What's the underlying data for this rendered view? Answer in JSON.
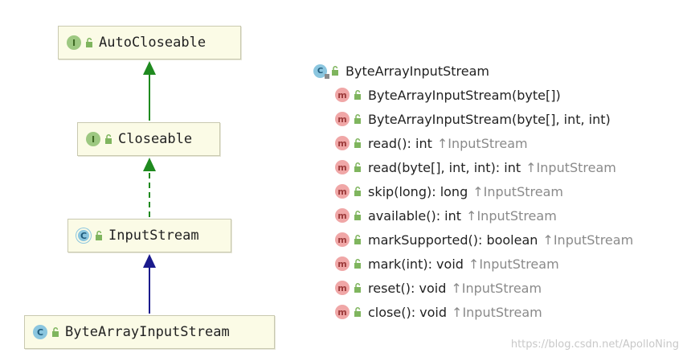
{
  "diagram": {
    "nodes": [
      {
        "id": "autocloseable",
        "badge": "I",
        "label": "AutoCloseable"
      },
      {
        "id": "closeable",
        "badge": "I",
        "label": "Closeable"
      },
      {
        "id": "inputstream",
        "badge": "C",
        "label": "InputStream"
      },
      {
        "id": "bytearrayinputstream",
        "badge": "C",
        "label": "ByteArrayInputStream"
      }
    ],
    "edges": [
      {
        "from": "closeable",
        "to": "autocloseable",
        "style": "solid",
        "color": "#1f8a1f"
      },
      {
        "from": "inputstream",
        "to": "closeable",
        "style": "dashed",
        "color": "#1f8a1f"
      },
      {
        "from": "bytearrayinputstream",
        "to": "inputstream",
        "style": "solid",
        "color": "#1a1a8c"
      }
    ]
  },
  "structure": {
    "class_badge": "C",
    "class_name": "ByteArrayInputStream",
    "members": [
      {
        "badge": "m",
        "signature": "ByteArrayInputStream(byte[])",
        "inherited": ""
      },
      {
        "badge": "m",
        "signature": "ByteArrayInputStream(byte[], int, int)",
        "inherited": ""
      },
      {
        "badge": "m",
        "signature": "read(): int",
        "inherited": "↑InputStream"
      },
      {
        "badge": "m",
        "signature": "read(byte[], int, int): int",
        "inherited": "↑InputStream"
      },
      {
        "badge": "m",
        "signature": "skip(long): long",
        "inherited": "↑InputStream"
      },
      {
        "badge": "m",
        "signature": "available(): int",
        "inherited": "↑InputStream"
      },
      {
        "badge": "m",
        "signature": "markSupported(): boolean",
        "inherited": "↑InputStream"
      },
      {
        "badge": "m",
        "signature": "mark(int): void",
        "inherited": "↑InputStream"
      },
      {
        "badge": "m",
        "signature": "reset(): void",
        "inherited": "↑InputStream"
      },
      {
        "badge": "m",
        "signature": "close(): void",
        "inherited": "↑InputStream"
      }
    ]
  },
  "watermark": "https://blog.csdn.net/ApolloNing",
  "colors": {
    "interface_badge": "#9dc881",
    "class_badge": "#8bc6df",
    "method_badge": "#f0a7a7",
    "lock": "#7fb55e",
    "extends_arrow": "#1f8a1f",
    "implements_arrow": "#1f8a1f",
    "class_extends_arrow": "#1a1a8c"
  }
}
